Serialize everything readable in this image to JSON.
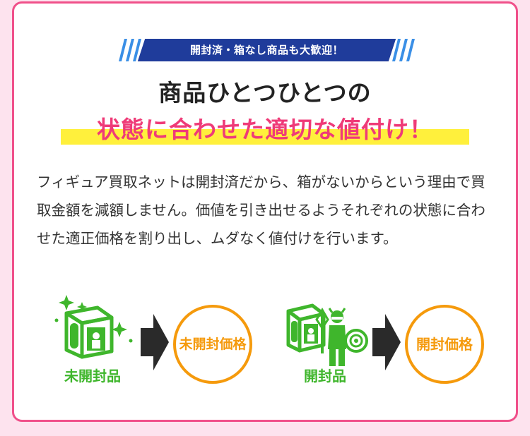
{
  "banner": {
    "text": "開封済・箱なし商品も大歓迎！"
  },
  "headline": {
    "line1": "商品ひとつひとつの",
    "line2": "状態に合わせた適切な値付け！"
  },
  "body_text": "フィギュア買取ネットは開封済だから、箱がないからという理由で買取金額を減額しません。価値を引き出せるようそれぞれの状態に合わせた適正価格を割り出し、ムダなく値付けを行います。",
  "flow": {
    "left": {
      "item_label": "未開封品",
      "price_label": "未開封価格"
    },
    "right": {
      "item_label": "開封品",
      "price_label": "開封価格"
    }
  },
  "colors": {
    "pink_border": "#f0508a",
    "banner_blue": "#1f3c9b",
    "headline_pink": "#ef3b78",
    "highlight_yellow": "#fff03c",
    "green": "#3fb62c",
    "orange": "#f59a0c"
  }
}
